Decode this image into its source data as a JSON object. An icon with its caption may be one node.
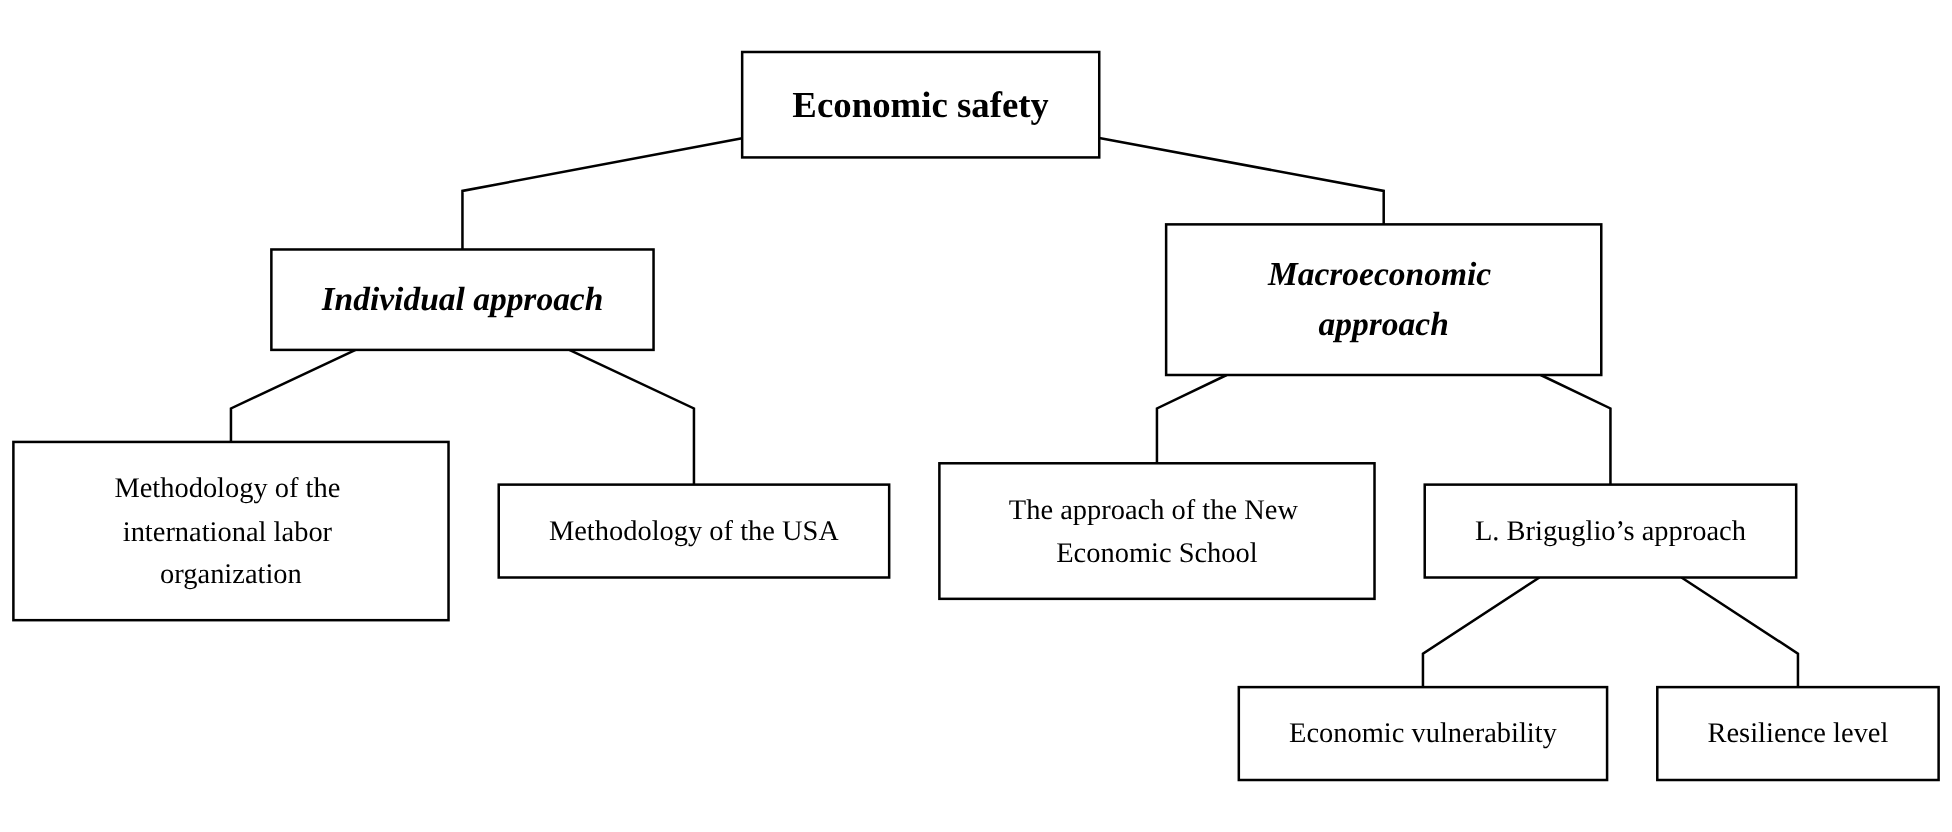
{
  "diagram": {
    "nodes": [
      {
        "text": [
          "Economic safety"
        ]
      },
      {
        "text": [
          "Individual approach"
        ]
      },
      {
        "text": [
          "Macroeconomic approach"
        ]
      },
      {
        "text": [
          "Methodology of the international labor organization"
        ]
      },
      {
        "text": [
          "Methodology of the USA"
        ]
      },
      {
        "text": [
          "The approach of the New Economic School"
        ]
      },
      {
        "text": [
          "L. Briguglio’s approach"
        ]
      },
      {
        "text": [
          "Economic vulnerability"
        ]
      },
      {
        "text": [
          "Resilience level"
        ]
      }
    ],
    "edges": [
      {
        "from": 0,
        "to": 1,
        "arrow": "none"
      },
      {
        "from": 0,
        "to": 2,
        "arrow": "none"
      },
      {
        "from": 1,
        "to": 3,
        "arrow": "none"
      },
      {
        "from": 1,
        "to": 4,
        "arrow": "none"
      },
      {
        "from": 2,
        "to": 5,
        "arrow": "none"
      },
      {
        "from": 2,
        "to": 6,
        "arrow": "none"
      },
      {
        "from": 6,
        "to": 7,
        "arrow": "none"
      },
      {
        "from": 6,
        "to": 8,
        "arrow": "none"
      }
    ]
  }
}
